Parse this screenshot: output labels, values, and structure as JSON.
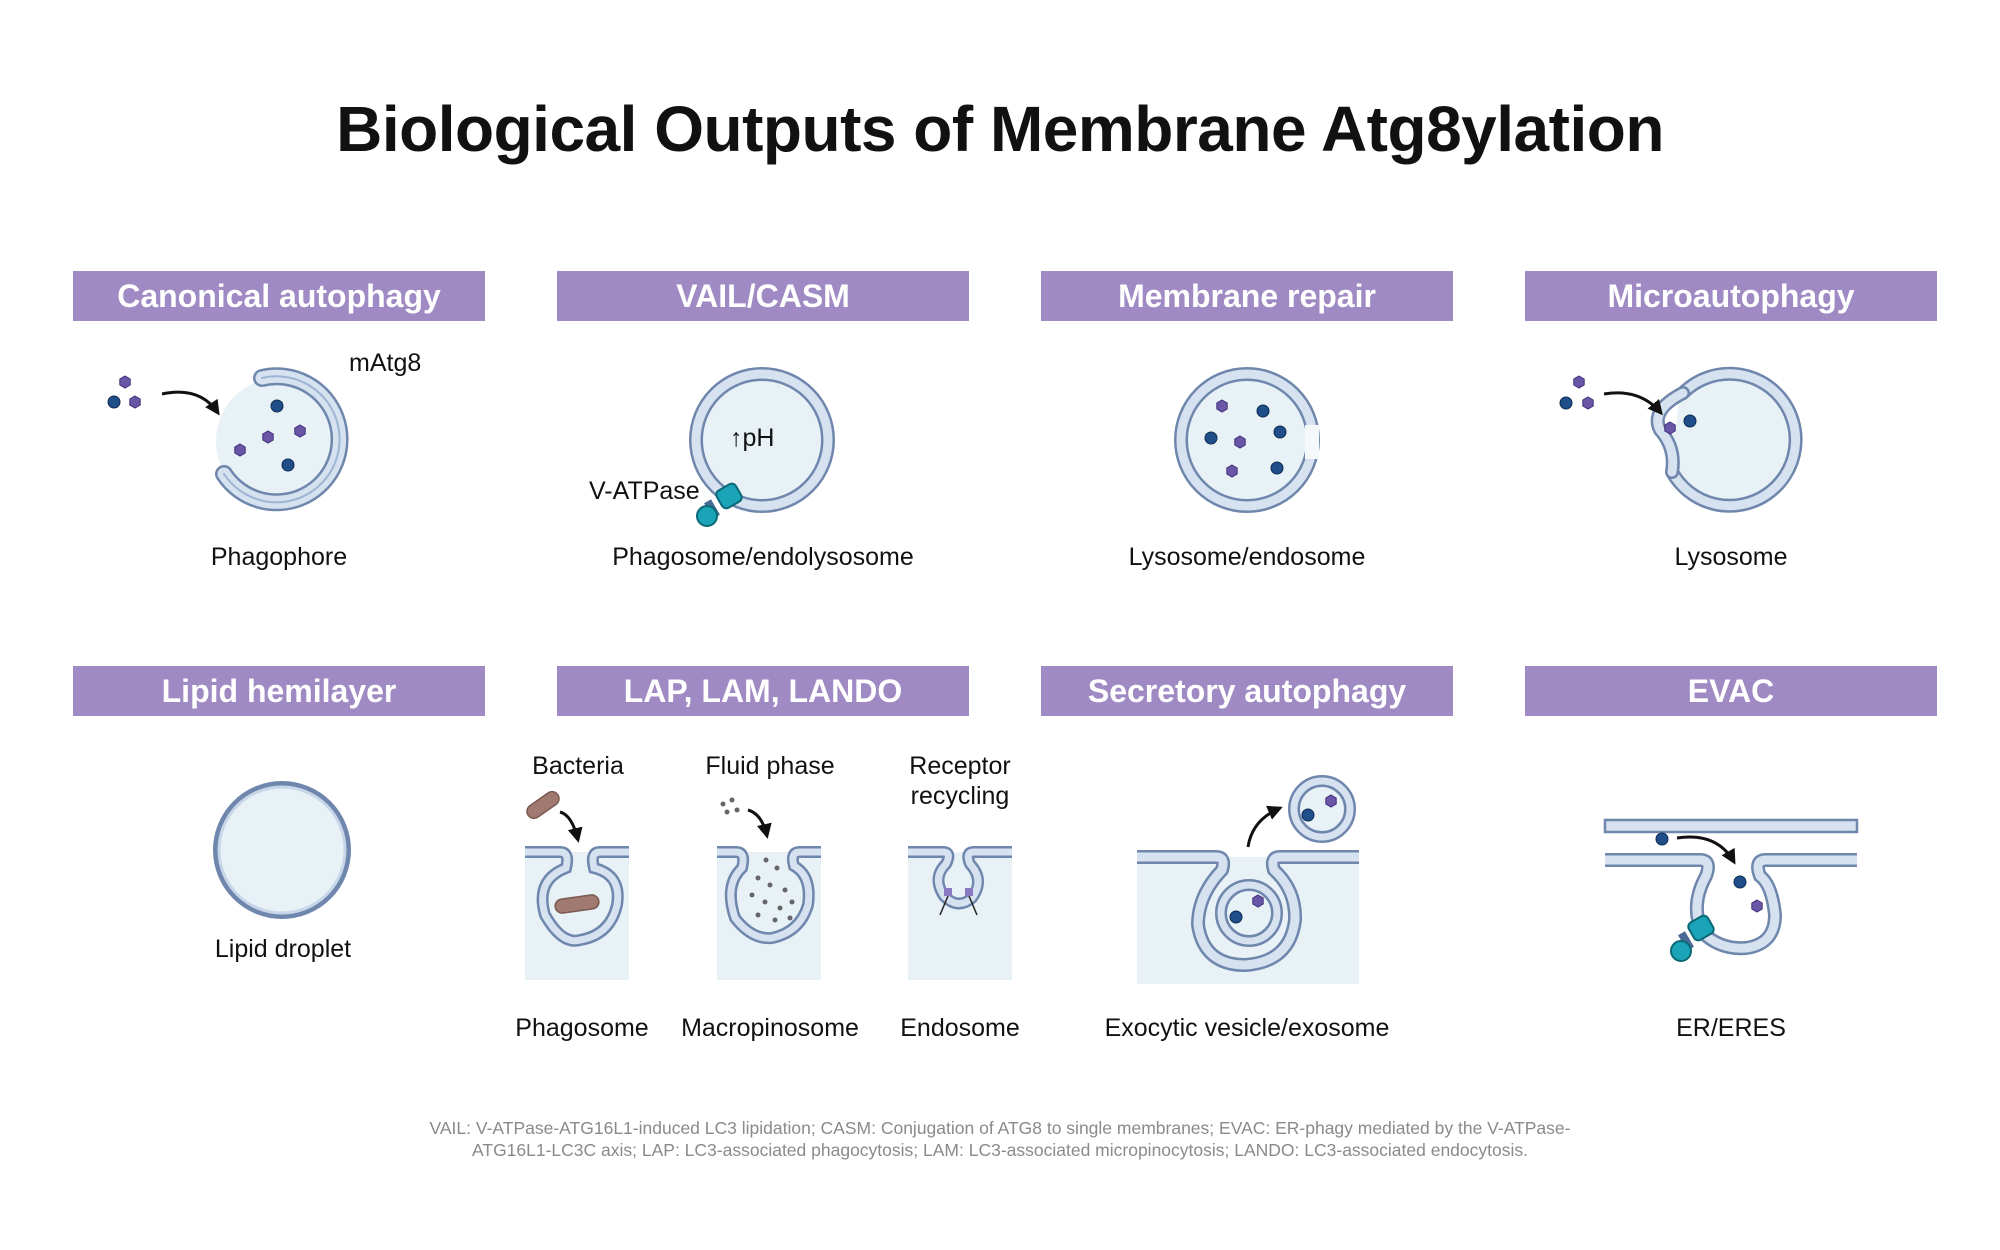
{
  "title": "Biological Outputs of Membrane Atg8ylation",
  "panels": [
    {
      "header": "Canonical autophagy",
      "label": "Phagophore",
      "annotation": "mAtg8"
    },
    {
      "header": "VAIL/CASM",
      "label": "Phagosome/endolysosome",
      "annotation": "V-ATPase",
      "inner_text": "↑pH"
    },
    {
      "header": "Membrane repair",
      "label": "Lysosome/endosome"
    },
    {
      "header": "Microautophagy",
      "label": "Lysosome"
    },
    {
      "header": "Lipid hemilayer",
      "label": "Lipid droplet"
    },
    {
      "header": "LAP, LAM, LANDO",
      "sub": [
        {
          "caption": "Bacteria",
          "label": "Phagosome"
        },
        {
          "caption": "Fluid phase",
          "label": "Macropinosome"
        },
        {
          "caption_line1": "Receptor",
          "caption_line2": "recycling",
          "label": "Endosome"
        }
      ]
    },
    {
      "header": "Secretory autophagy",
      "label": "Exocytic vesicle/exosome"
    },
    {
      "header": "EVAC",
      "label": "ER/ERES"
    }
  ],
  "footnote": {
    "line1": "VAIL: V-ATPase-ATG16L1-induced LC3 lipidation; CASM: Conjugation of ATG8 to single membranes; EVAC: ER-phagy mediated by the V-ATPase-",
    "line2": "ATG16L1-LC3C axis; LAP: LC3-associated phagocytosis; LAM: LC3-associated micropinocytosis; LANDO: LC3-associated endocytosis."
  },
  "colors": {
    "header_bg": "#a08ac4",
    "membrane": "#a6b9d6",
    "membrane_edge": "#6f86ad",
    "lumen": "#e8f1f6",
    "cargo_dot": "#1f4e89",
    "cargo_hex": "#6a56a6",
    "vatpase": "#1ba3b7",
    "bacteria": "#a07a70"
  }
}
